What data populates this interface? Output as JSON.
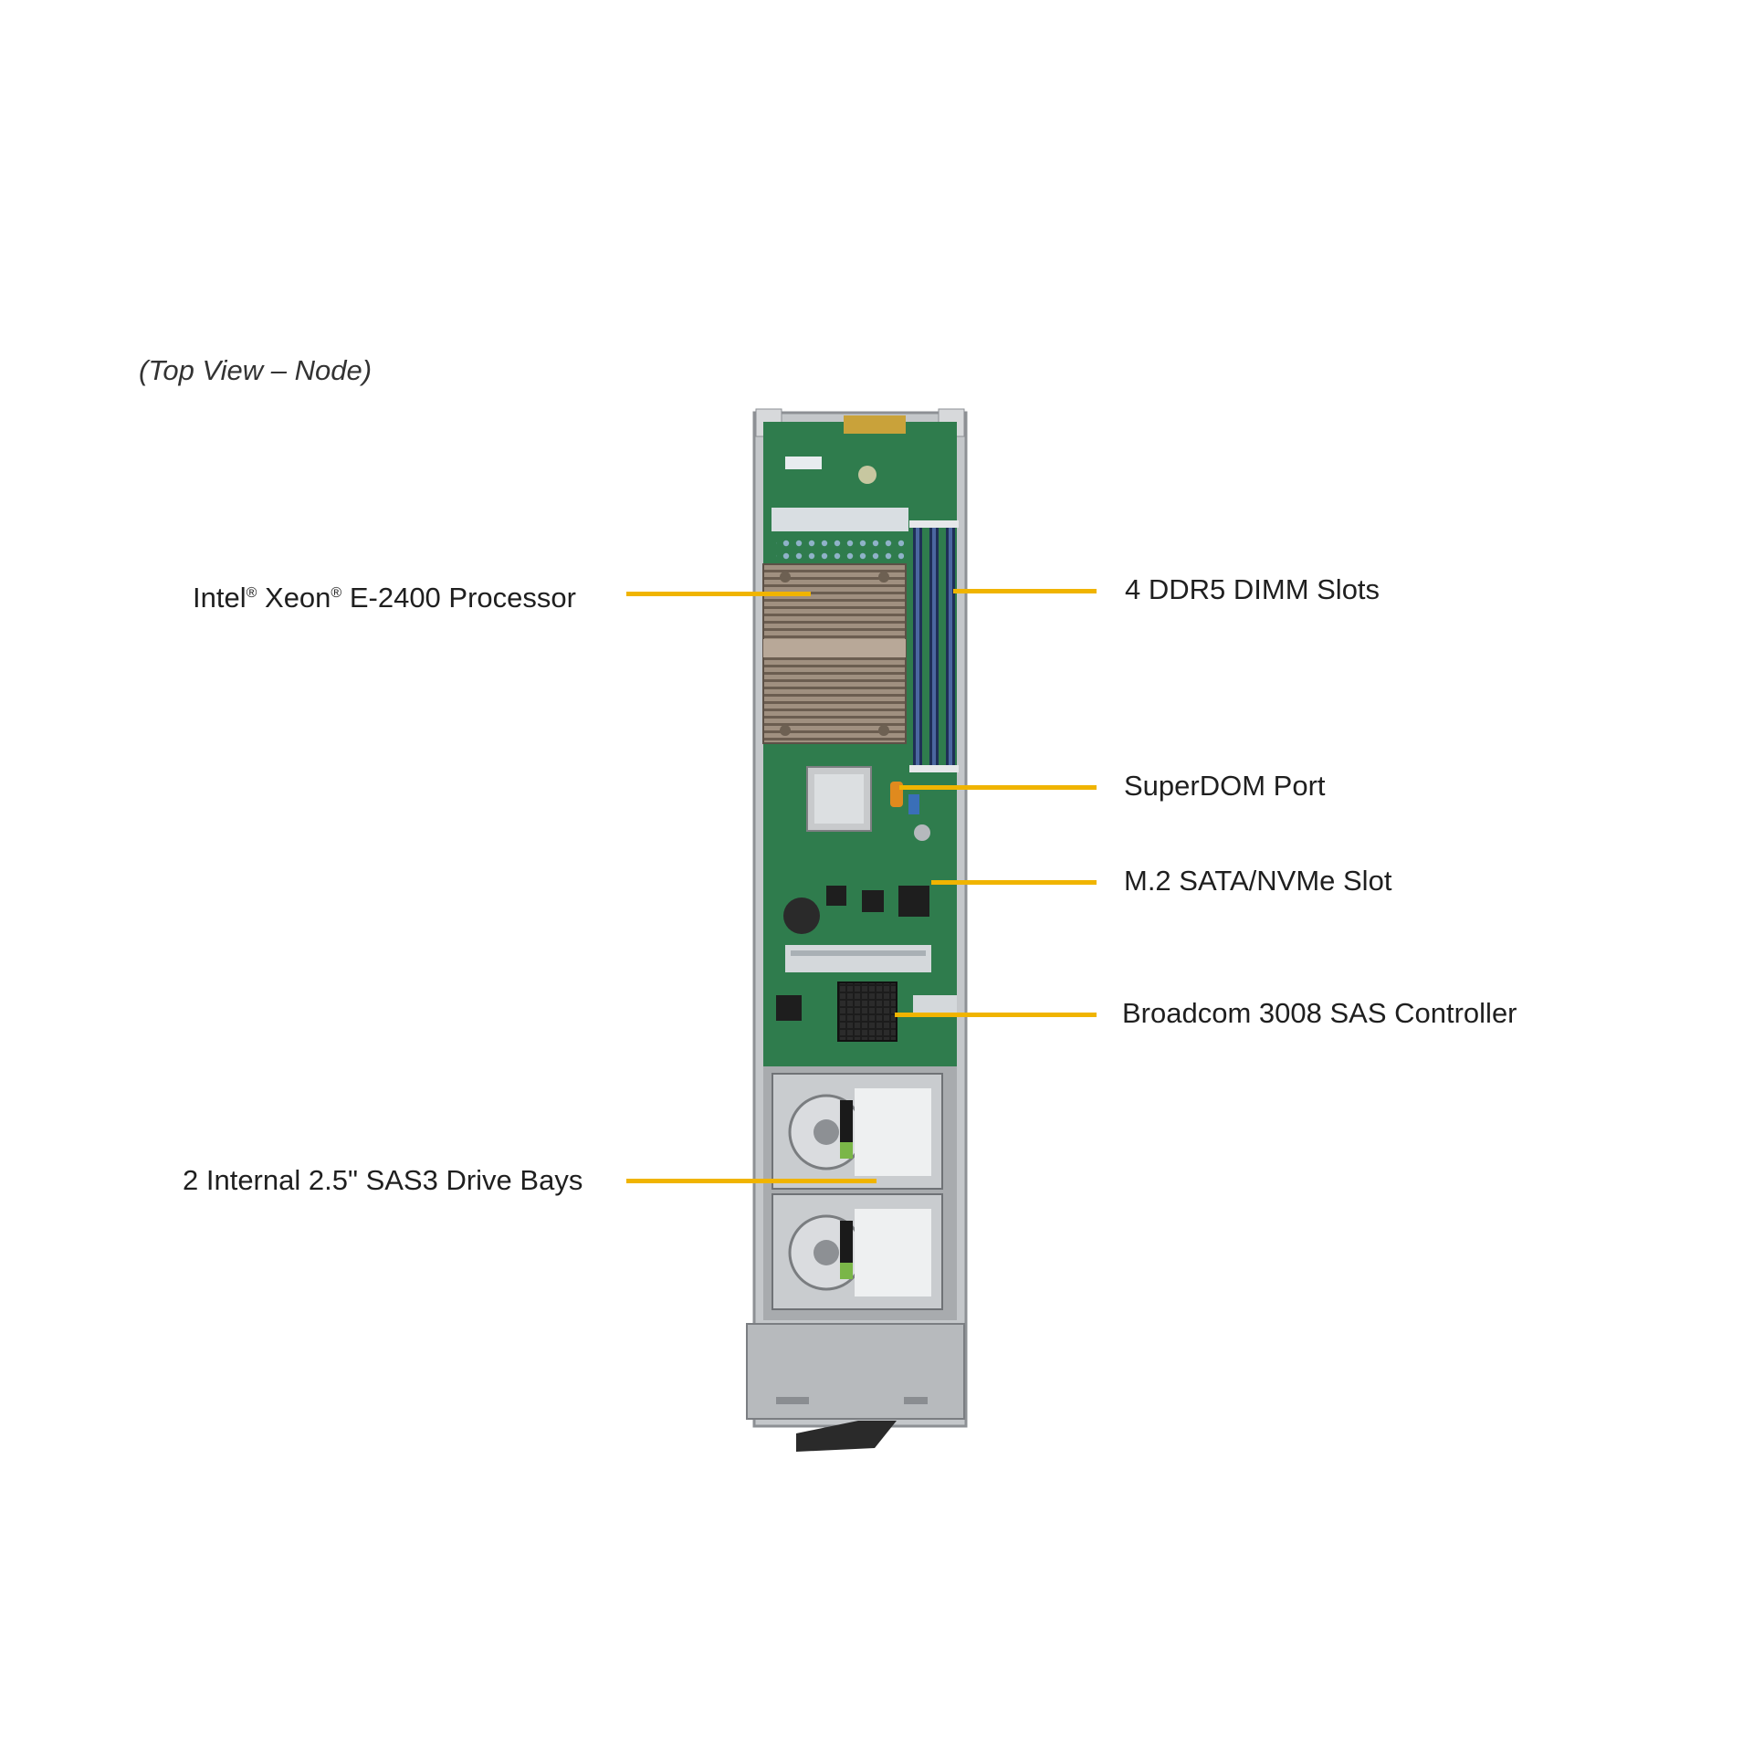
{
  "caption": "(Top View – Node)",
  "callouts": {
    "processor": {
      "pre": "Intel",
      "mid": " Xeon",
      "post": " E-2400 Processor",
      "mark": "®"
    },
    "dimm": "4 DDR5 DIMM Slots",
    "superdom": "SuperDOM Port",
    "m2": "M.2 SATA/NVMe Slot",
    "sas_controller": "Broadcom 3008 SAS Controller",
    "drive_bays": "2 Internal 2.5\" SAS3 Drive Bays"
  },
  "colors": {
    "leader": "#f0b400",
    "pcb": "#2e7d4a",
    "chassis": "#b9bcbf",
    "heatsink": "#9c8e80"
  }
}
